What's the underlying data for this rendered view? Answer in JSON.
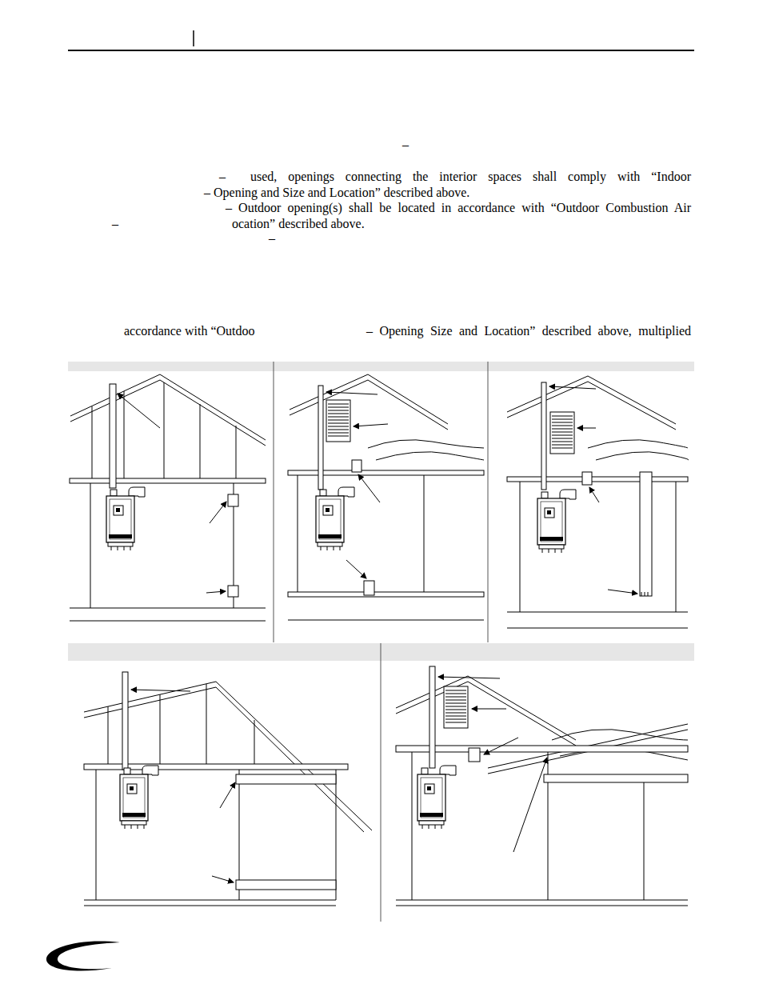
{
  "diagram": {
    "labels": [
      "–",
      "–",
      "used, openings connecting the interior spaces shall comply with “Indoor",
      "– Opening and Size and Location” described above.",
      "– Outdoor opening(s) shall be located in accordance with “Outdoor Combustion Air",
      "–",
      "ocation” described above.",
      "–",
      "accordance with “Outdoo",
      "– Opening Size and Location” described above, multiplied"
    ]
  }
}
